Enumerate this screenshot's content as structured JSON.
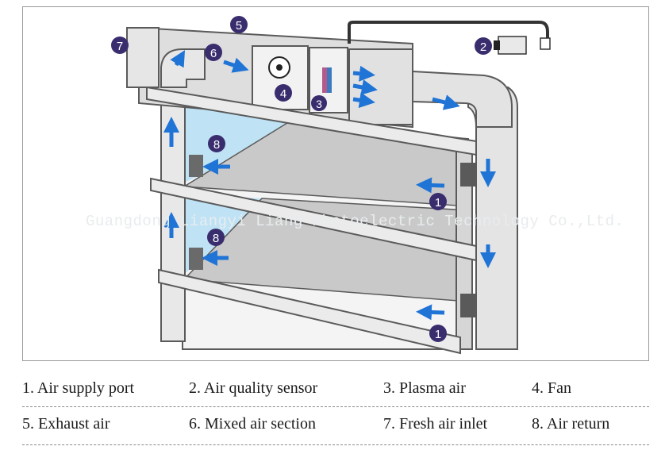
{
  "watermark": "Guangdong Liangyi Liang Photoelectric Technology Co.,Ltd.",
  "markers": [
    "7",
    "6",
    "5",
    "4",
    "3",
    "2",
    "8",
    "8",
    "1",
    "1"
  ],
  "legend": [
    {
      "number": "1",
      "label": "1. Air supply port"
    },
    {
      "number": "2",
      "label": "2. Air quality sensor"
    },
    {
      "number": "3",
      "label": "3. Plasma air"
    },
    {
      "number": "4",
      "label": "4. Fan"
    },
    {
      "number": "5",
      "label": "5. Exhaust air"
    },
    {
      "number": "6",
      "label": "6. Mixed air section"
    },
    {
      "number": "7",
      "label": "7. Fresh air inlet"
    },
    {
      "number": "8",
      "label": "8. Air return"
    }
  ],
  "colors": {
    "marker": "#3a2d6e",
    "arrow": "#1f74d6",
    "duct": "#dedede",
    "shelf": "#ebebeb",
    "return_zone": "#bfe3f5",
    "outline": "#5a5a5a"
  }
}
